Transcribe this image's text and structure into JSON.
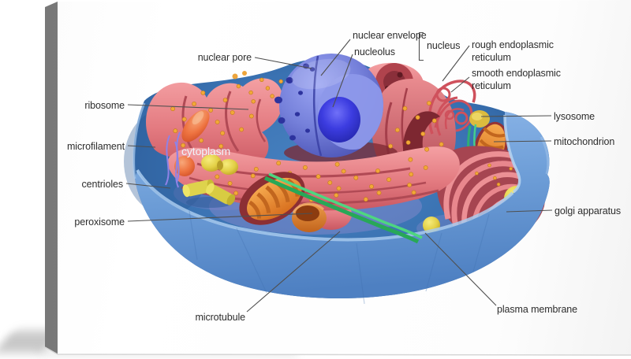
{
  "diagram": {
    "labels": {
      "nuclear_envelope": "nuclear envelope",
      "nucleolus": "nucleolus",
      "nucleus": "nucleus",
      "nuclear_pore": "nuclear pore",
      "rough_er": "rough endoplasmic reticulum",
      "smooth_er": "smooth endoplasmic reticulum",
      "ribosome": "ribosome",
      "lysosome": "lysosome",
      "microfilament": "microfilament",
      "mitochondrion": "mitochondrion",
      "cytoplasm": "cytoplasm",
      "centrioles": "centrioles",
      "golgi_apparatus": "golgi apparatus",
      "peroxisome": "peroxisome",
      "microtubule": "microtubule",
      "plasma_membrane": "plasma membrane"
    },
    "colors": {
      "membrane_blue": "#6f9fd8",
      "cytoplasm_blue": "#3a72b2",
      "nucleus_blue": "#7580da",
      "nucleolus_blue": "#3c3ce0",
      "er_salmon": "#e37a80",
      "ribosome_dot_orange": "#f2a838",
      "mitochondria_orange": "#ef9440",
      "lysosome_yellow": "#e2cf45",
      "microtubule_green": "#3fc46c",
      "microfilament_purple": "#8f82e6",
      "label_text": "#2d2d2d"
    }
  }
}
